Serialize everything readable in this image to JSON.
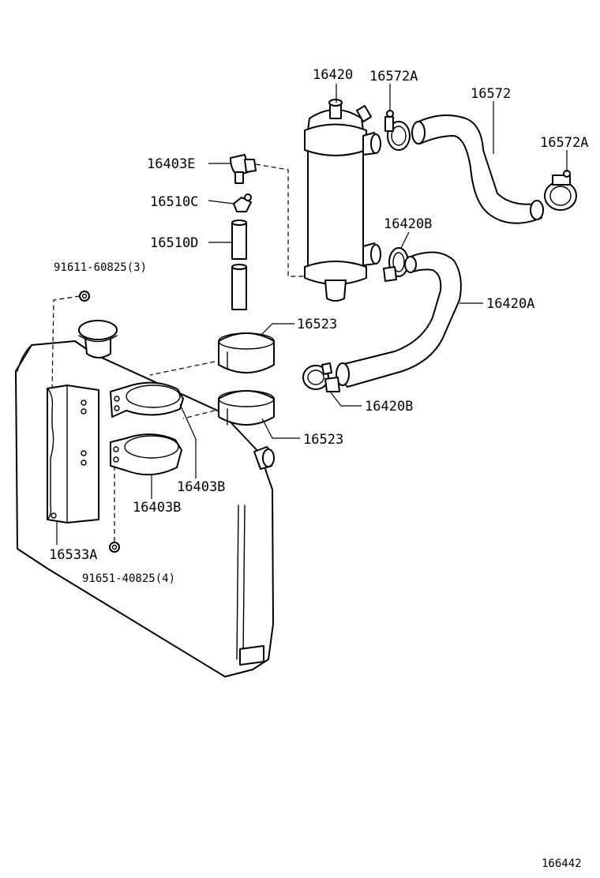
{
  "labels": {
    "p16420": "16420",
    "p16572A_top": "16572A",
    "p16572": "16572",
    "p16572A_right": "16572A",
    "p16403E": "16403E",
    "p16510C": "16510C",
    "p16510D": "16510D",
    "p16420B_top": "16420B",
    "p16420A": "16420A",
    "p91611": "91611-60825(3)",
    "p16523_top": "16523",
    "p16420B_bottom": "16420B",
    "p16523_bottom": "16523",
    "p16403B_right": "16403B",
    "p16403B_left": "16403B",
    "p16533A": "16533A",
    "p91651": "91651-40825(4)",
    "diagram_id": "166442"
  }
}
